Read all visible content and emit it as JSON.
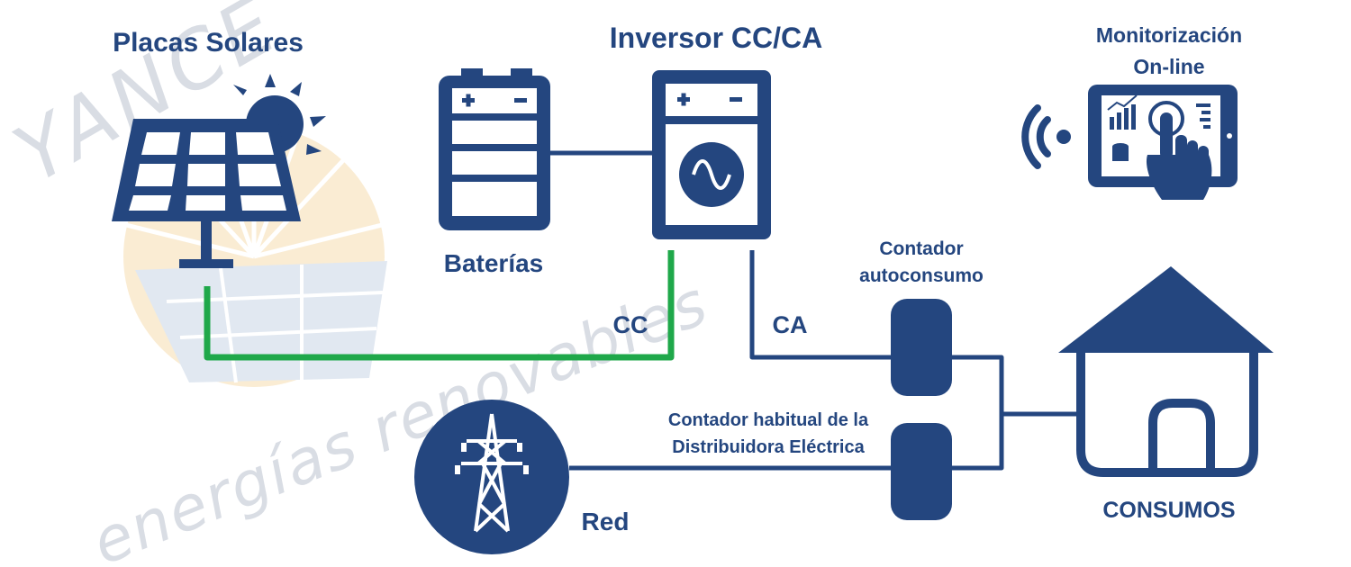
{
  "colors": {
    "primary": "#24467f",
    "dc_line": "#1fa84a",
    "sun_fade": "#f7ddb0",
    "watermark": "#d9dde4"
  },
  "labels": {
    "solar_panels": "Placas Solares",
    "inverter": "Inversor CC/CA",
    "batteries": "Baterías",
    "monitoring_line1": "Monitorización",
    "monitoring_line2": "On-line",
    "self_meter_line1": "Contador",
    "self_meter_line2": "autoconsumo",
    "usual_meter_line1": "Contador habitual de la",
    "usual_meter_line2": "Distribuidora Eléctrica",
    "dc": "CC",
    "ac": "CA",
    "grid": "Red",
    "consumption": "CONSUMOS"
  },
  "watermark": {
    "brand": "YANCE",
    "tagline": "energías renovables"
  },
  "icons": [
    "solar-panel-icon",
    "sun-icon",
    "battery-icon",
    "inverter-icon",
    "sine-wave-icon",
    "wifi-signal-icon",
    "tablet-icon",
    "touch-hand-icon",
    "meter-icon",
    "power-tower-icon",
    "house-icon"
  ]
}
